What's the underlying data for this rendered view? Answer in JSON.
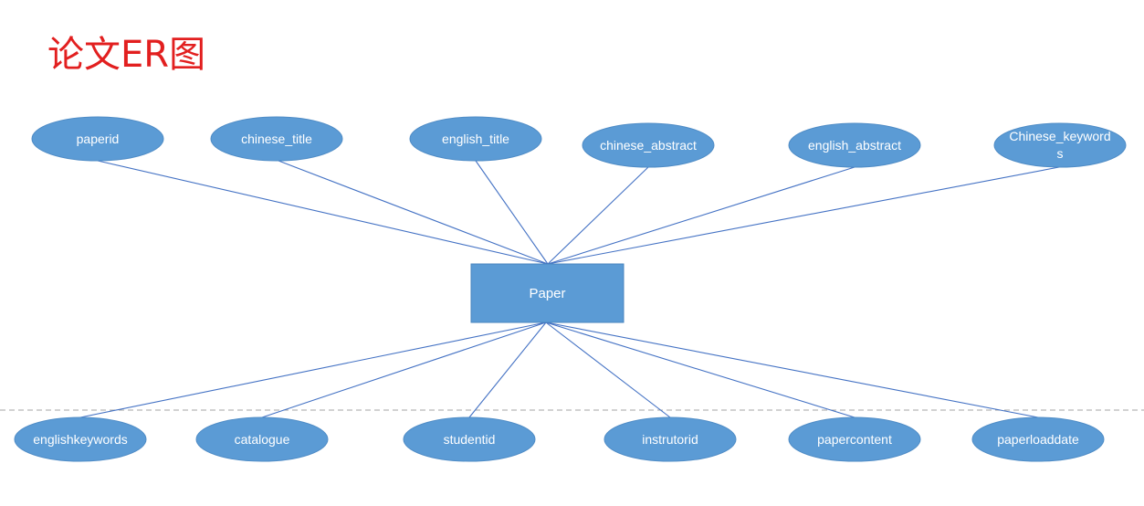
{
  "title": "论文ER图",
  "colors": {
    "title": "#e21f1f",
    "shape_fill": "#5b9bd5",
    "line": "#4472c4",
    "divider": "#a6a6a6"
  },
  "entity": {
    "label": "Paper"
  },
  "attributes_top": [
    {
      "label": "paperid"
    },
    {
      "label": "chinese_title"
    },
    {
      "label": "english_title"
    },
    {
      "label": "chinese_abstract"
    },
    {
      "label": "english_abstract"
    },
    {
      "label": "Chinese_keywords"
    }
  ],
  "attributes_bottom": [
    {
      "label": "englishkeywords"
    },
    {
      "label": "catalogue"
    },
    {
      "label": "studentid"
    },
    {
      "label": "instrutorid"
    },
    {
      "label": "papercontent"
    },
    {
      "label": "paperloaddate"
    }
  ]
}
